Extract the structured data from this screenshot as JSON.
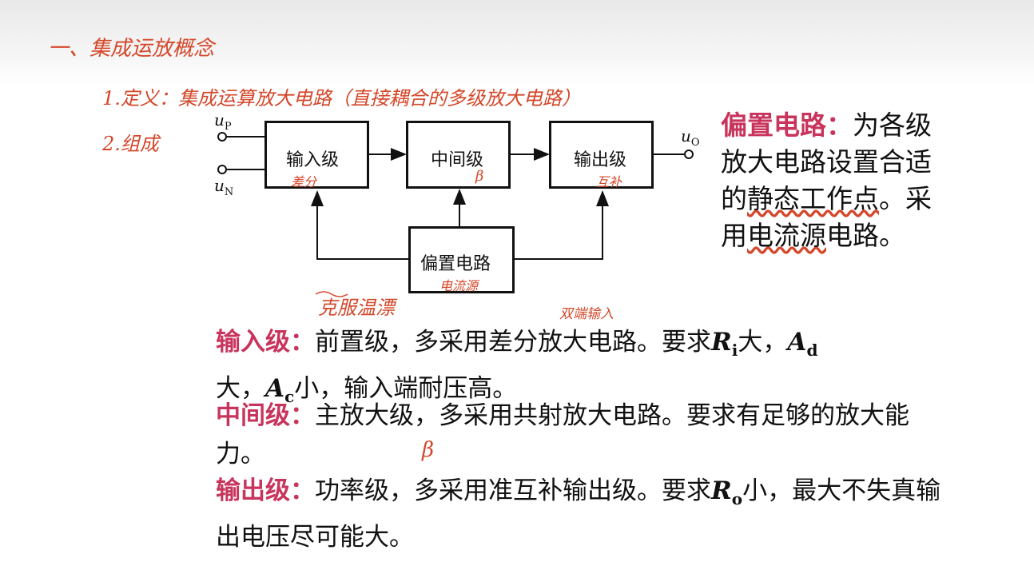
{
  "handwriting": {
    "heading": "一、集成运放概念",
    "definition": "1.定义：集成运算放大电路（直接耦合的多级放大电路）",
    "composition": "2.组成",
    "input_note": "差分",
    "mid_note": "β",
    "output_note": "互补",
    "bias_note": "电流源",
    "overcome_drift": "克服温漂",
    "dual_input": "双端输入",
    "beta_note": "β"
  },
  "diagram": {
    "input_p": {
      "var": "u",
      "sub": "P"
    },
    "input_n": {
      "var": "u",
      "sub": "N"
    },
    "output": {
      "var": "u",
      "sub": "O"
    },
    "input_stage": "输入级",
    "middle_stage": "中间级",
    "output_stage": "输出级",
    "bias_circuit": "偏置电路"
  },
  "right_note": {
    "title": "偏置电路：",
    "text1": "为各级放大电路设置合适的",
    "u1": "静态工作点",
    "text2": "。采用",
    "u2": "电流源",
    "text3": "电路。"
  },
  "paragraphs": {
    "input": {
      "title": "输入级：",
      "t1": "前置级，多采用差分放大电路。要求",
      "ri": "R",
      "ri_sub": "i",
      "t2": "大，",
      "ad": "A",
      "ad_sub": "d",
      "t3": "大，",
      "ac": "A",
      "ac_sub": "c",
      "t4": "小，输入端耐压高。"
    },
    "middle": {
      "title": "中间级：",
      "t1": "主放大级，多采用共射放大电路。要求有足够的放大能力。"
    },
    "output": {
      "title": "输出级：",
      "t1": "功率级，多采用准互补输出级。要求",
      "ro": "R",
      "ro_sub": "o",
      "t2": "小，最大不失真输出电压尽可能大。"
    }
  },
  "colors": {
    "accent": "#c8345c",
    "handwriting": "#d4472a"
  }
}
